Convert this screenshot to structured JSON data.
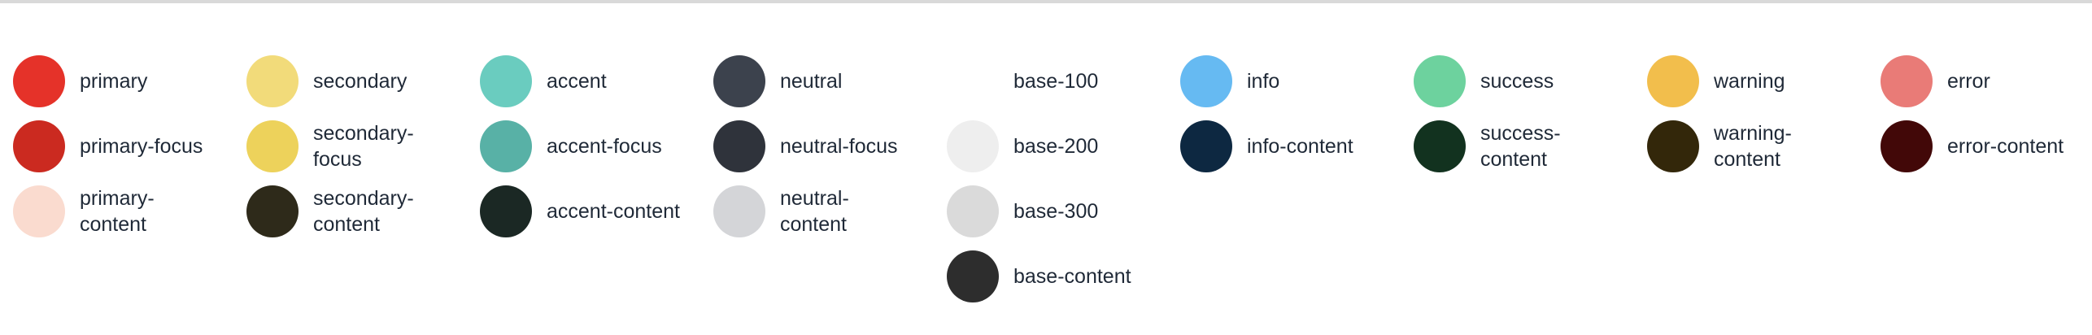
{
  "palette": {
    "groups": [
      {
        "name": "primary",
        "items": [
          {
            "label": "primary",
            "color": "#E53229"
          },
          {
            "label": "primary-focus",
            "color": "#CB2A20"
          },
          {
            "label": "primary-\ncontent",
            "color": "#FADBCF"
          }
        ]
      },
      {
        "name": "secondary",
        "items": [
          {
            "label": "secondary",
            "color": "#F2DB7A"
          },
          {
            "label": "secondary-\nfocus",
            "color": "#EDD25B"
          },
          {
            "label": "secondary-\ncontent",
            "color": "#2E2A1A"
          }
        ]
      },
      {
        "name": "accent",
        "items": [
          {
            "label": "accent",
            "color": "#6ACCBF"
          },
          {
            "label": "accent-focus",
            "color": "#58B1A6"
          },
          {
            "label": "accent-content",
            "color": "#1B2824"
          }
        ]
      },
      {
        "name": "neutral",
        "items": [
          {
            "label": "neutral",
            "color": "#3C424D"
          },
          {
            "label": "neutral-focus",
            "color": "#2F333B"
          },
          {
            "label": "neutral-\ncontent",
            "color": "#D4D5D8"
          }
        ]
      },
      {
        "name": "base",
        "items": [
          {
            "label": "base-100",
            "color": "#FFFFFF"
          },
          {
            "label": "base-200",
            "color": "#EEEEEE"
          },
          {
            "label": "base-300",
            "color": "#DADADA"
          },
          {
            "label": "base-content",
            "color": "#2D2D2D"
          }
        ]
      },
      {
        "name": "info",
        "items": [
          {
            "label": "info",
            "color": "#66BAF2"
          },
          {
            "label": "info-content",
            "color": "#0D2841"
          }
        ]
      },
      {
        "name": "success",
        "items": [
          {
            "label": "success",
            "color": "#6DD29E"
          },
          {
            "label": "success-\ncontent",
            "color": "#12321F"
          }
        ]
      },
      {
        "name": "warning",
        "items": [
          {
            "label": "warning",
            "color": "#F2BE4C"
          },
          {
            "label": "warning-\ncontent",
            "color": "#33270A"
          }
        ]
      },
      {
        "name": "error",
        "items": [
          {
            "label": "error",
            "color": "#E97B77"
          },
          {
            "label": "error-content",
            "color": "#420808"
          }
        ]
      }
    ]
  }
}
